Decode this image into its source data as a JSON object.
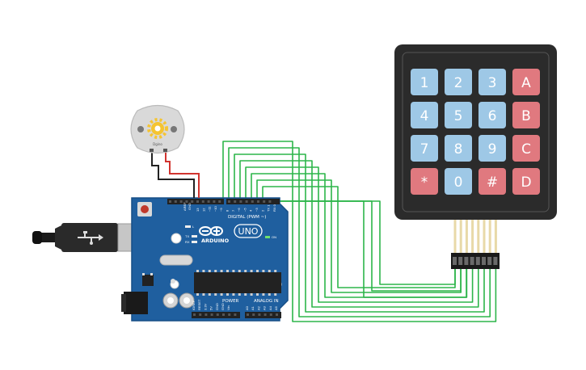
{
  "colors": {
    "board": "#1f5f9f",
    "board_edge": "#174f86",
    "wire": "#2db54a",
    "keypad_body": "#2b2b2b",
    "key_blue": "#9ec8e6",
    "key_red": "#e0797f",
    "motor_red_wire": "#d1342f",
    "motor_black_wire": "#222222"
  },
  "motor": {
    "label": "Dgino"
  },
  "arduino": {
    "brand": "ARDUINO",
    "model": "UNO",
    "digital_label": "DIGITAL (PWM ~)",
    "power_label": "POWER",
    "analog_label": "ANALOG IN",
    "on_label": "ON",
    "tx_label": "TX",
    "rx_label": "RX",
    "l_label": "L",
    "aref_label": "AREF",
    "gnd_label": "GND",
    "digital_pins": [
      "13",
      "12",
      "~11",
      "~10",
      "~9",
      "8",
      "7",
      "~6",
      "~5",
      "4",
      "~3",
      "2",
      "TX 1",
      "RX 0"
    ],
    "power_pins": [
      "IOREF",
      "RESET",
      "3.3V",
      "5V",
      "GND",
      "GND",
      "Vin"
    ],
    "analog_pins": [
      "A0",
      "A1",
      "A2",
      "A3",
      "A4",
      "A5"
    ]
  },
  "keypad": {
    "rows": [
      [
        "1",
        "2",
        "3",
        "A"
      ],
      [
        "4",
        "5",
        "6",
        "B"
      ],
      [
        "7",
        "8",
        "9",
        "C"
      ],
      [
        "*",
        "0",
        "#",
        "D"
      ]
    ],
    "letter_keys": [
      "A",
      "B",
      "C",
      "D",
      "*",
      "#"
    ]
  }
}
